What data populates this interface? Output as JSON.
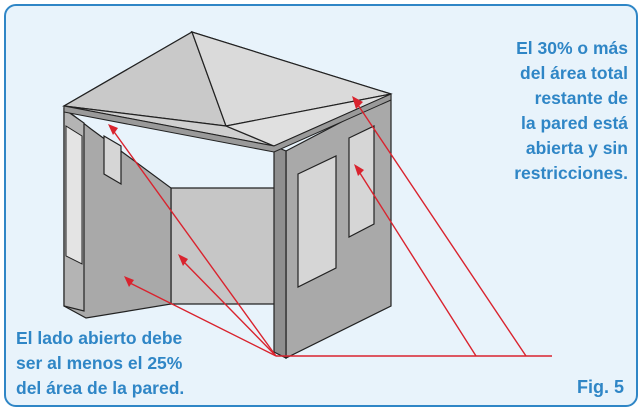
{
  "annotations": {
    "top_right": "El 30% o más\ndel área total\nrestante de\nla pared está\nabierta y sin\nrestricciones.",
    "bottom_left": "El lado abierto debe\nser al menos el 25%\ndel área de la pared.",
    "figure_label": "Fig. 5"
  },
  "colors": {
    "frame_border": "#2f86c6",
    "background": "#e8f3fb",
    "caption_text": "#2f86c6",
    "pointer_lines": "#d9232e",
    "roof_light": "#d2d2d2",
    "roof_dark": "#b7b7b7",
    "wall_front": "#a9a9a9",
    "wall_interior": "#c6c6c6"
  }
}
